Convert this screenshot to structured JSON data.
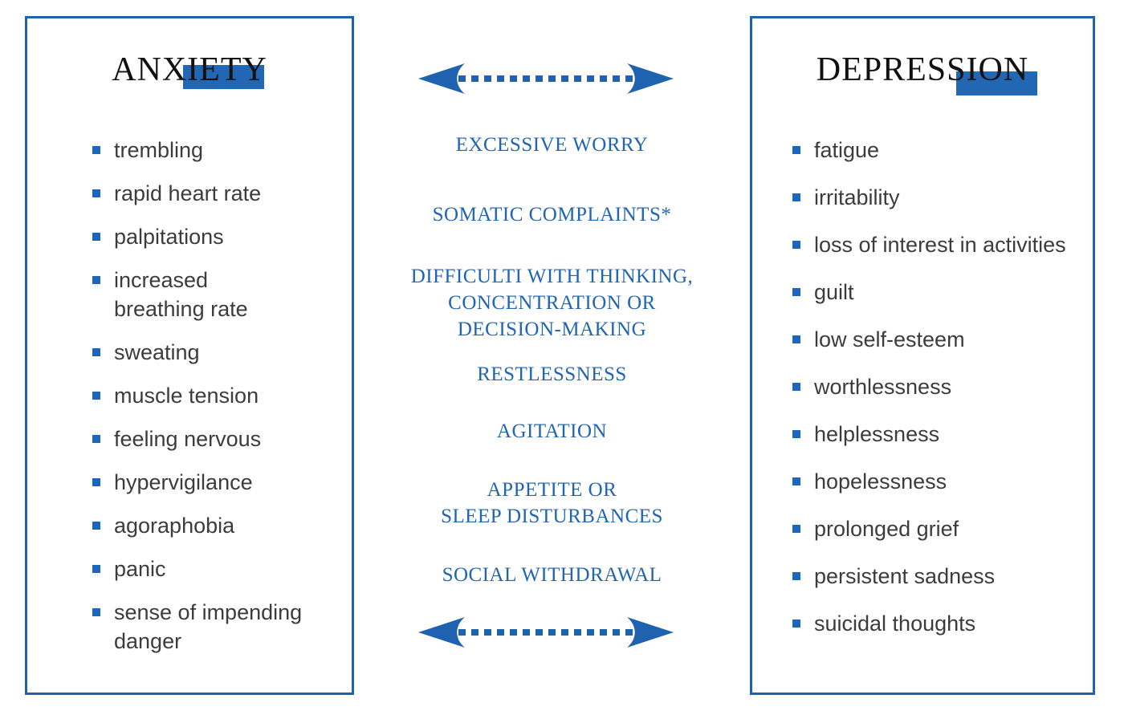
{
  "left_panel": {
    "title": "ANXIETY",
    "symptoms": [
      "trembling",
      "rapid heart rate",
      "palpitations",
      "increased\nbreathing rate",
      "sweating",
      "muscle tension",
      "feeling nervous",
      "hypervigilance",
      "agoraphobia",
      "panic",
      "sense of impending\ndanger"
    ]
  },
  "shared_panel": {
    "symptoms": [
      "EXCESSIVE WORRY",
      "SOMATIC COMPLAINTS*",
      "DIFFICULTI WITH THINKING,\nCONCENTRATION OR\nDECISION-MAKING",
      "RESTLESSNESS",
      "AGITATION",
      "APPETITE OR\nSLEEP DISTURBANCES",
      "SOCIAL WITHDRAWAL"
    ]
  },
  "right_panel": {
    "title": "DEPRESSION",
    "symptoms": [
      "fatigue",
      "irritability",
      "loss of interest in activities",
      "guilt",
      "low self-esteem",
      "worthlessness",
      "helplessness",
      "hopelessness",
      "prolonged grief",
      "persistent sadness",
      "suicidal thoughts"
    ]
  },
  "colors": {
    "accent_blue": "#1F62B0",
    "highlight_blue": "#2267B4",
    "bullet_blue": "#1C66C2",
    "shared_text_blue": "#2065B1",
    "list_text": "#3C3C3C",
    "title_text": "#111111"
  }
}
